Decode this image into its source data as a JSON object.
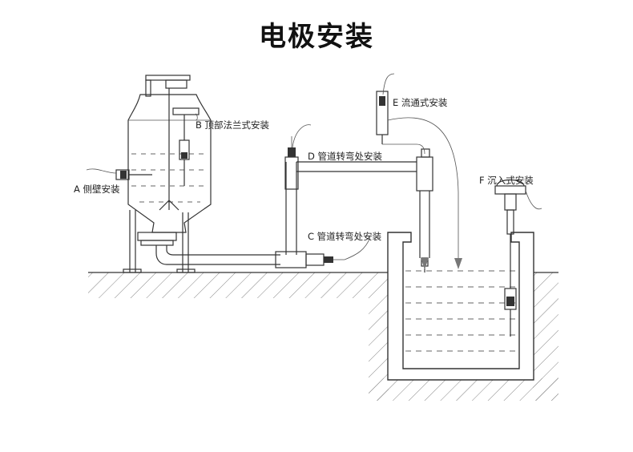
{
  "title": "电极安装",
  "labels": {
    "a": "A 侧壁安装",
    "b": "B 顶部法兰式安装",
    "c": "C 管道转弯处安装",
    "d": "D 管道转弯处安装",
    "e": "E 流通式安装",
    "f": "F 沉入式安装"
  }
}
